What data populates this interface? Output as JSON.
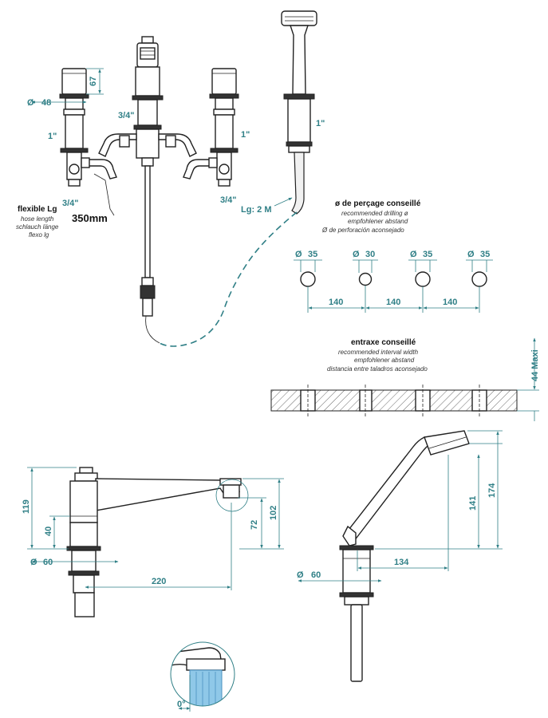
{
  "top_view": {
    "dim_67": "67",
    "dim_48": "48",
    "thread_1in_left": "1\"",
    "thread_1in_right": "1\"",
    "thread_1in_shower": "1\"",
    "thread_34_center": "3/4\"",
    "thread_34_left": "3/4\"",
    "thread_34_right": "3/4\"",
    "hose_length": "Lg: 2 M"
  },
  "flexible": {
    "title": "flexible Lg",
    "line1": "hose length",
    "line2": "schlauch länge",
    "line3": "flexo lg",
    "value": "350mm"
  },
  "drilling": {
    "title": "ø de perçage conseillé",
    "line1": "recommended drilling ø",
    "line2": "empfohlener abstand",
    "line3": "Ø de perforación aconsejado",
    "holes": [
      "35",
      "30",
      "35",
      "35"
    ],
    "spacings": [
      "140",
      "140",
      "140"
    ]
  },
  "interval": {
    "title": "entraxe conseillé",
    "line1": "recommended interval width",
    "line2": "empfohlener abstand",
    "line3": "distancia entre taladros aconsejado",
    "max_thickness": "44 Maxi"
  },
  "spout_view": {
    "dim_119": "119",
    "dim_40": "40",
    "dim_60": "60",
    "dim_72": "72",
    "dim_102": "102",
    "dim_220": "220"
  },
  "shower_view": {
    "dim_60": "60",
    "dim_134": "134",
    "dim_141": "141",
    "dim_174": "174"
  },
  "detail": {
    "angle": "0°"
  }
}
